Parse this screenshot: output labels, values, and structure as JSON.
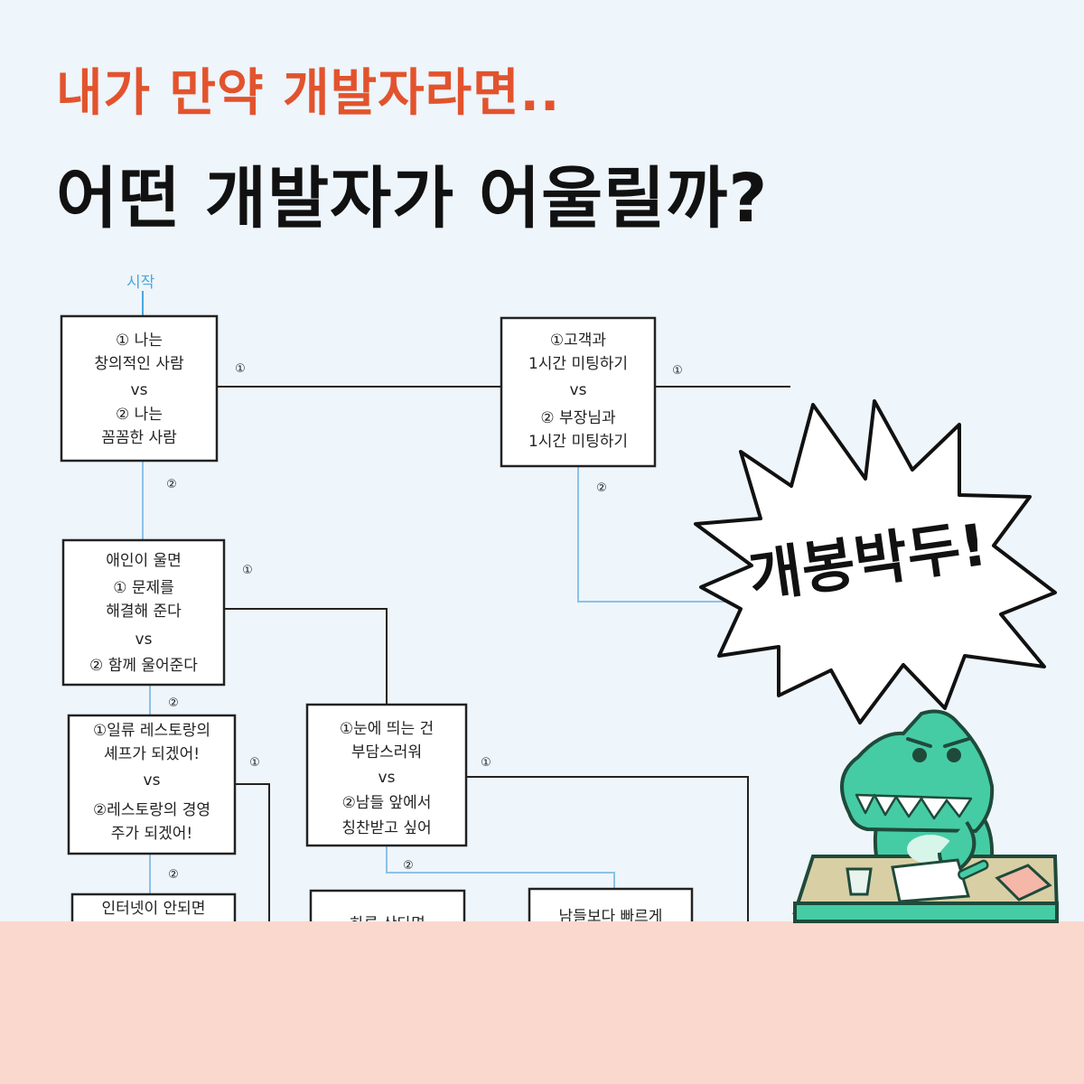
{
  "header": {
    "subtitle": "내가 만약 개발자라면..",
    "title": "어떤 개발자가 어울릴까?"
  },
  "flow": {
    "start_label": "시작",
    "boxes": [
      {
        "id": "b1",
        "lines": [
          "① 나는",
          "창의적인 사람",
          "vs",
          "② 나는",
          "꼼꼼한 사람"
        ]
      },
      {
        "id": "b2",
        "lines": [
          "①고객과",
          "1시간 미팅하기",
          "vs",
          "② 부장님과",
          "1시간 미팅하기"
        ]
      },
      {
        "id": "b3",
        "lines": [
          "애인이 울면",
          "① 문제를",
          "해결해 준다",
          "vs",
          "② 함께 울어준다"
        ]
      },
      {
        "id": "b4",
        "lines": [
          "①일류 레스토랑의",
          "셰프가 되겠어!",
          "vs",
          "②레스토랑의 경영",
          "주가 되겠어!"
        ]
      },
      {
        "id": "b5",
        "lines": [
          "①눈에 띄는 건",
          "부담스러워",
          "vs",
          "②남들 앞에서",
          "칭찬받고 싶어"
        ]
      },
      {
        "id": "b6",
        "lines": [
          "인터넷이 안되면"
        ]
      },
      {
        "id": "b7",
        "lines": [
          "하루 산다면"
        ]
      },
      {
        "id": "b8",
        "lines": [
          "남들보다 빠르게"
        ]
      }
    ],
    "choice_one": "①",
    "choice_two": "②"
  },
  "callout": {
    "text": "개봉박두!"
  },
  "mascot": {
    "icon": "crocodile-mascot-icon",
    "body_color": "#45cca5",
    "desk_color": "#d8cfa5",
    "outline_color": "#1f4a3a"
  },
  "colors": {
    "subtitle": "#e2532d",
    "title": "#111111",
    "background": "#eef5fb",
    "bottom_band": "#fbd8cd",
    "connector_blue": "#8cc2e6"
  }
}
